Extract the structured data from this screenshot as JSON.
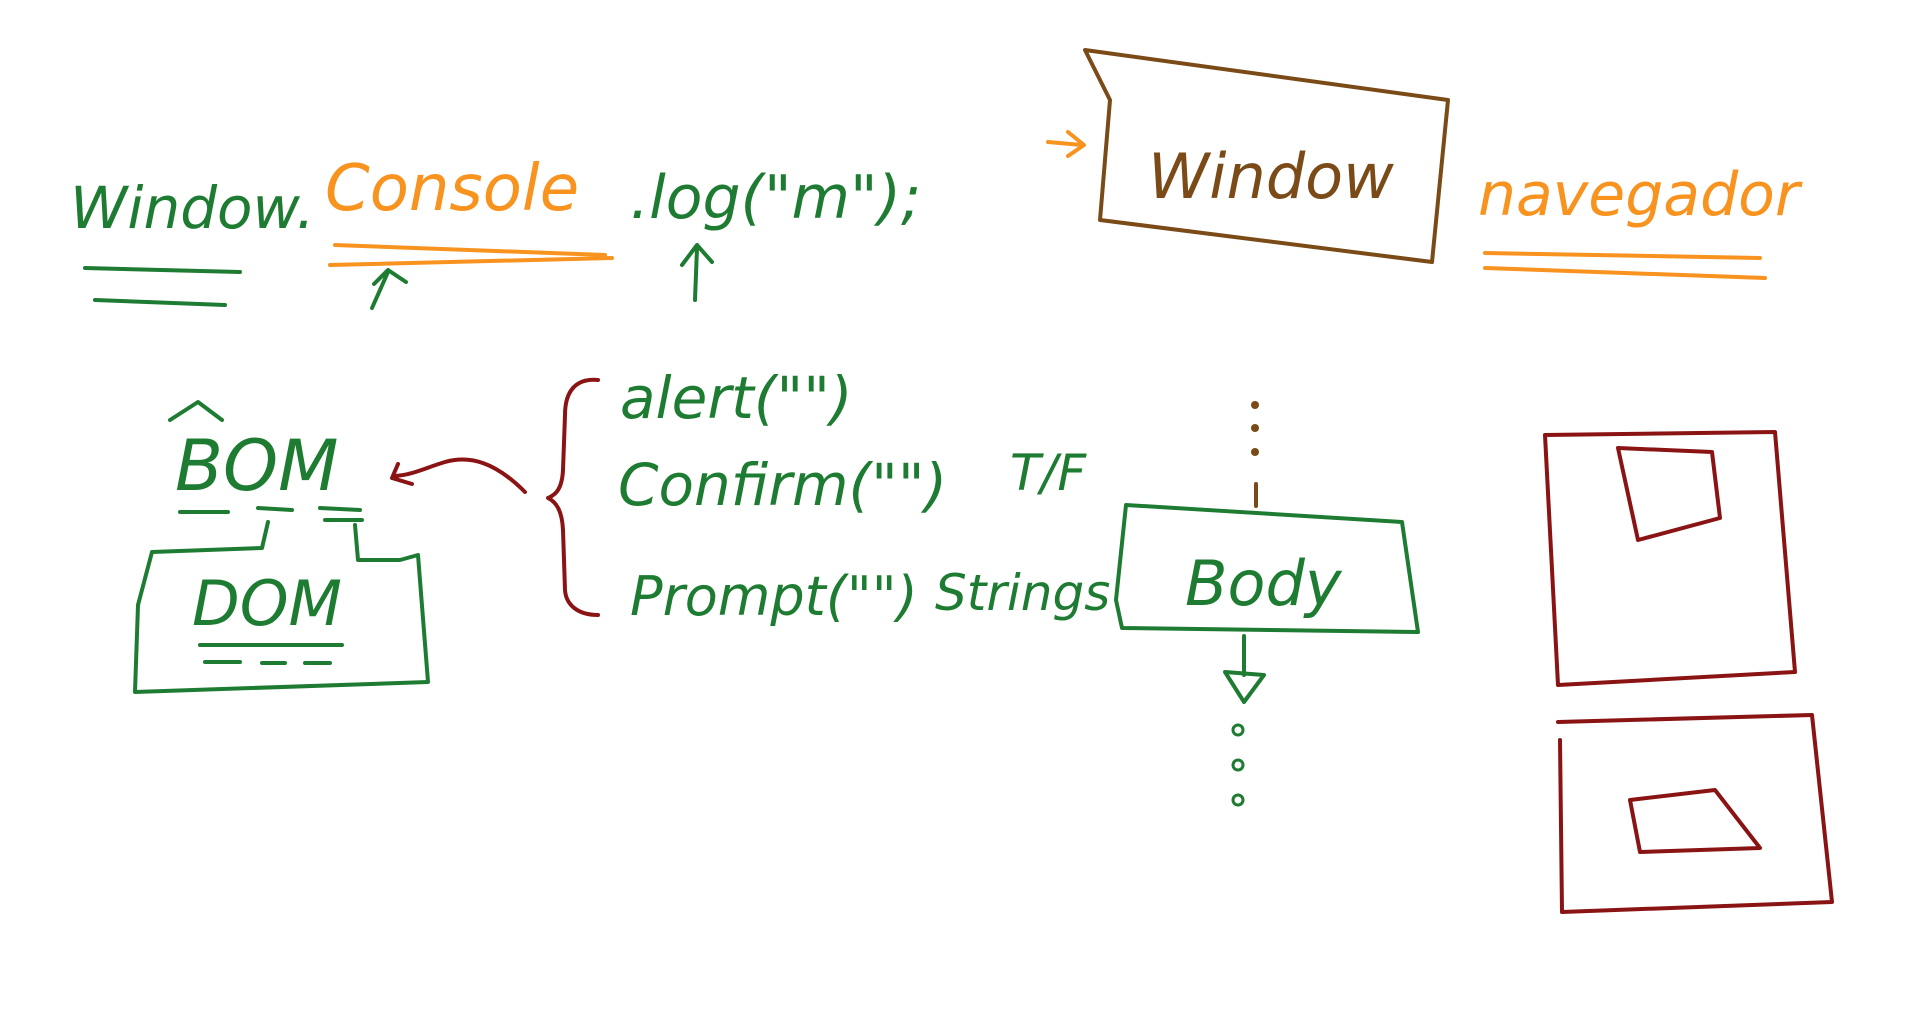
{
  "colors": {
    "green": "#1e7b32",
    "orange": "#f7931e",
    "brown": "#7a4a17",
    "maroon": "#8a1414"
  },
  "code_line": {
    "window_prefix": "Window.",
    "console": "Console",
    "log_call": ".log(\"m\");"
  },
  "window_box": {
    "label": "Window"
  },
  "navegador": "navegador",
  "bom": "BOM",
  "dom": "DOM",
  "methods": {
    "alert": "alert(\"\")",
    "confirm": "Confirm(\"\")",
    "confirm_result": "T/F",
    "prompt": "Prompt(\"\")",
    "prompt_result": "Strings"
  },
  "body_box": {
    "label": "Body"
  }
}
